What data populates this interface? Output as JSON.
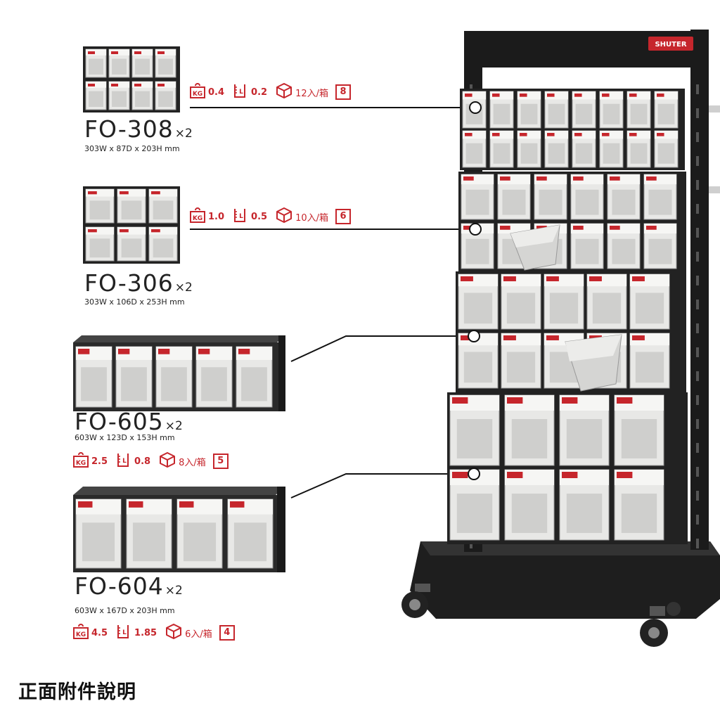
{
  "brand": "SHUTER",
  "products": [
    {
      "model": "FO-308",
      "qty": "×2",
      "dims": "303W x 87D x 203H mm",
      "kg": "0.4",
      "liters": "0.2",
      "pack": "12入/箱",
      "count": "8"
    },
    {
      "model": "FO-306",
      "qty": "×2",
      "dims": "303W x 106D x 253H mm",
      "kg": "1.0",
      "liters": "0.5",
      "pack": "10入/箱",
      "count": "6"
    },
    {
      "model": "FO-605",
      "qty": "×2",
      "dims": "603W x 123D x 153H mm",
      "kg": "2.5",
      "liters": "0.8",
      "pack": "8入/箱",
      "count": "5"
    },
    {
      "model": "FO-604",
      "qty": "×2",
      "dims": "603W x 167D x 203H mm",
      "kg": "4.5",
      "liters": "1.85",
      "pack": "6入/箱",
      "count": "4"
    }
  ],
  "icons": {
    "weight": "kg-weight-icon",
    "volume": "liter-volume-icon",
    "box": "carton-box-icon"
  },
  "colors": {
    "accent": "#c6262c",
    "frame": "#1f1f1f",
    "bin": "#e6e6e4"
  },
  "footer": "正面附件說明"
}
